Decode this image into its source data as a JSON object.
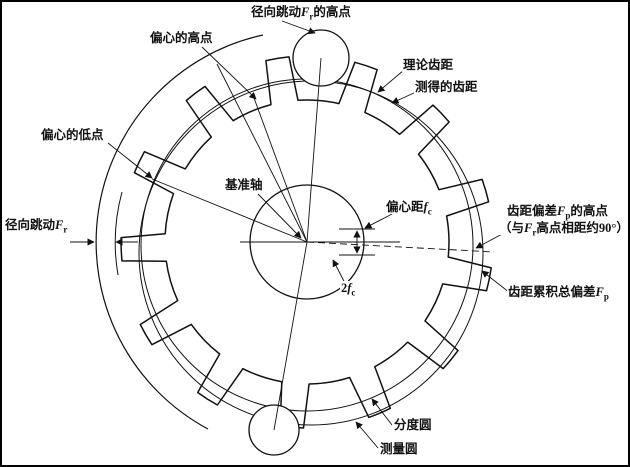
{
  "colors": {
    "ink": "#111111",
    "background": "#ffffff"
  },
  "labels": {
    "fr_high": {
      "pre": "径向跳动",
      "sym": "F",
      "sub": "r",
      "post": "的高点"
    },
    "ecc_high": {
      "text": "偏心的高点"
    },
    "theoretical_pitch": {
      "text": "理论齿距"
    },
    "measured_pitch": {
      "text": "测得的齿距"
    },
    "ecc_low": {
      "text": "偏心的低点"
    },
    "datum_axis": {
      "text": "基准轴"
    },
    "ecc_dist": {
      "pre": "偏心距",
      "sym": "f",
      "sub": "c",
      "post": ""
    },
    "fr_left": {
      "pre": "径向跳动",
      "sym": "F",
      "sub": "r",
      "post": ""
    },
    "fp_high_line1": {
      "pre": "齿距偏差",
      "sym": "F",
      "sub": "p",
      "post": "的高点"
    },
    "fp_high_line2": {
      "pre": "（与",
      "sym": "F",
      "sub": "r",
      "post": "高点相距约90°）"
    },
    "fp_total": {
      "pre": "齿距累积总偏差",
      "sym": "F",
      "sub": "p",
      "post": ""
    },
    "two_fc": {
      "pre": "2",
      "sym": "f",
      "sub": "c",
      "post": ""
    },
    "pitch_circle": {
      "text": "分度圆"
    },
    "measure_circle": {
      "text": "测量圆"
    }
  }
}
